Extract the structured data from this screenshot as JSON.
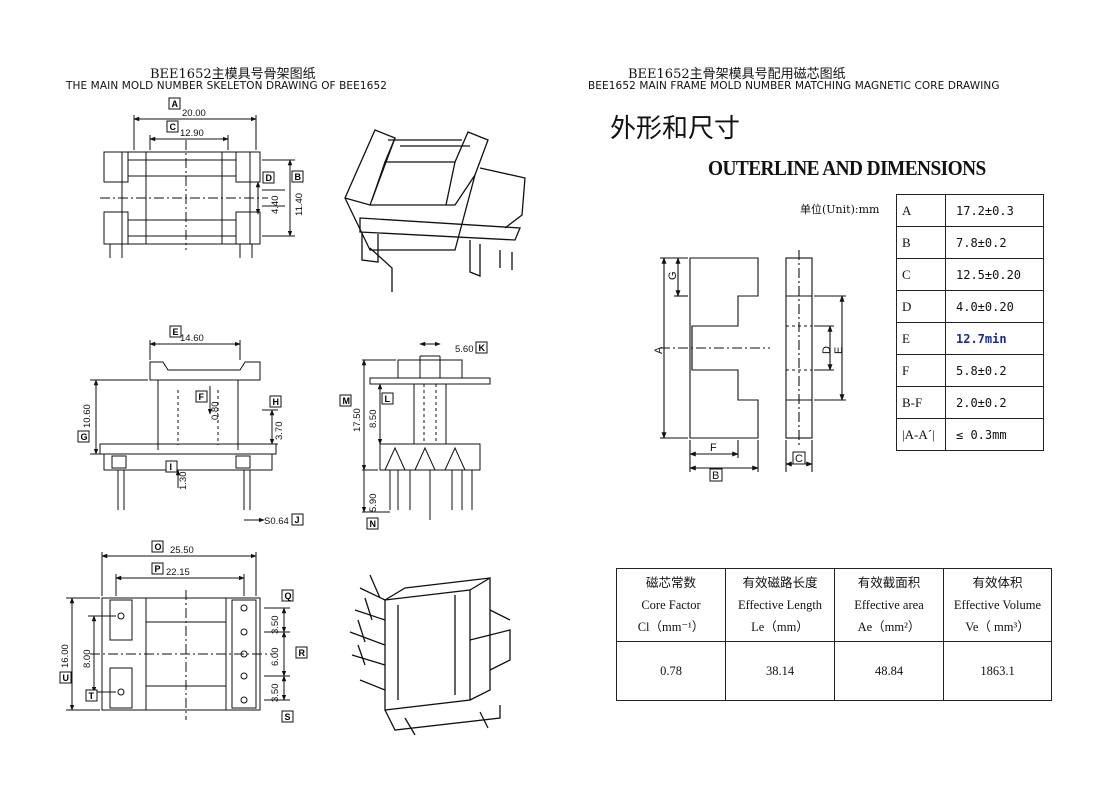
{
  "left_header": {
    "title_cn": "BEE1652主模具号骨架图纸",
    "title_en": "THE MAIN MOLD NUMBER SKELETON DRAWING OF BEE1652"
  },
  "right_header": {
    "title_cn": "BEE1652主骨架模具号配用磁芯图纸",
    "title_en": "BEE1652 MAIN FRAME MOLD NUMBER MATCHING MAGNETIC CORE DRAWING"
  },
  "outline": {
    "title_cn": "外形和尺寸",
    "title_en": "OUTERLINE AND DIMENSIONS",
    "unit": "单位(Unit):mm"
  },
  "bobbin_dims": {
    "A": {
      "tag": "A",
      "value": "20.00"
    },
    "C": {
      "tag": "C",
      "value": "12.90"
    },
    "D": {
      "tag": "D",
      "value": "4.40"
    },
    "B": {
      "tag": "B",
      "value": "11.40"
    },
    "E": {
      "tag": "E",
      "value": "14.60"
    },
    "F": {
      "tag": "F",
      "value": "0.80"
    },
    "G": {
      "tag": "G",
      "value": "10.60"
    },
    "H": {
      "tag": "H",
      "value": "3.70"
    },
    "I": {
      "tag": "I",
      "value": "1.30"
    },
    "J": {
      "tag": "J",
      "value": "S0.64"
    },
    "K": {
      "tag": "K",
      "value": "5.60"
    },
    "L": {
      "tag": "L",
      "value": "8.50"
    },
    "M": {
      "tag": "M",
      "value": "17.50"
    },
    "N": {
      "tag": "N",
      "value": "5.90"
    },
    "O": {
      "tag": "O",
      "value": "25.50"
    },
    "P": {
      "tag": "P",
      "value": "22.15"
    },
    "Q": {
      "tag": "Q",
      "value": "3.50"
    },
    "R": {
      "tag": "R",
      "value": "6.00"
    },
    "S": {
      "tag": "S",
      "value": "3.50"
    },
    "T": {
      "tag": "T",
      "value": "8.00"
    },
    "U": {
      "tag": "U",
      "value": "16.00"
    }
  },
  "core_labels": {
    "A": "A",
    "B": "B",
    "C": "C",
    "D": "D",
    "E": "E",
    "F": "F",
    "G": "G"
  },
  "dimension_table": [
    {
      "key": "A",
      "value": "17.2±0.3"
    },
    {
      "key": "B",
      "value": "7.8±0.2"
    },
    {
      "key": "C",
      "value": "12.5±0.20"
    },
    {
      "key": "D",
      "value": "4.0±0.20"
    },
    {
      "key": "E",
      "value": "12.7min",
      "color": "#1b2a9a"
    },
    {
      "key": "F",
      "value": "5.8±0.2"
    },
    {
      "key": "B-F",
      "value": "2.0±0.2"
    },
    {
      "key": "|A-A´|",
      "value": "≤ 0.3mm"
    }
  ],
  "property_table": {
    "headers": [
      {
        "cn": "磁芯常数",
        "en": "Core Factor",
        "sym": "Cl（mm⁻¹）"
      },
      {
        "cn": "有效磁路长度",
        "en": "Effective Length",
        "sym": "Le（mm）"
      },
      {
        "cn": "有效截面积",
        "en": "Effective area",
        "sym": "Ae（mm²）"
      },
      {
        "cn": "有效体积",
        "en": "Effective Volume",
        "sym": "Ve（ mm³）"
      }
    ],
    "values": [
      "0.78",
      "38.14",
      "48.84",
      "1863.1"
    ]
  }
}
